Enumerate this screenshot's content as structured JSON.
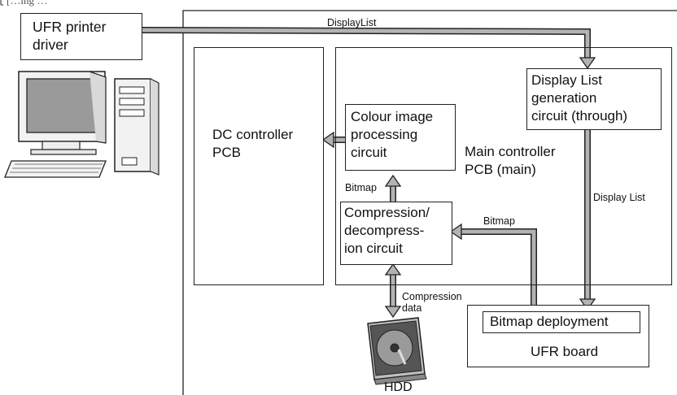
{
  "top_label_fragment": "[…ing …",
  "pc": {
    "driver_label": "UFR printer\ndriver"
  },
  "blocks": {
    "dc_controller": "DC controller\nPCB",
    "colour_image": "Colour image\nprocessing\ncircuit",
    "main_controller": "Main controller\nPCB (main)",
    "display_list_gen": "Display List\ngeneration\ncircuit (through)",
    "compression": "Compression/\ndecompress-\nion circuit",
    "bitmap_deployment": "Bitmap deployment",
    "ufr_board": "UFR board",
    "hdd": "HDD"
  },
  "arrows": {
    "display_list_top": "DisplayList",
    "display_list_side": "Display List",
    "bitmap_to_colour": "Bitmap",
    "bitmap_to_compression": "Bitmap",
    "compression_data": "Compression\ndata"
  },
  "colors": {
    "arrow_fill": "#b3b3b3",
    "outline": "#222222"
  }
}
